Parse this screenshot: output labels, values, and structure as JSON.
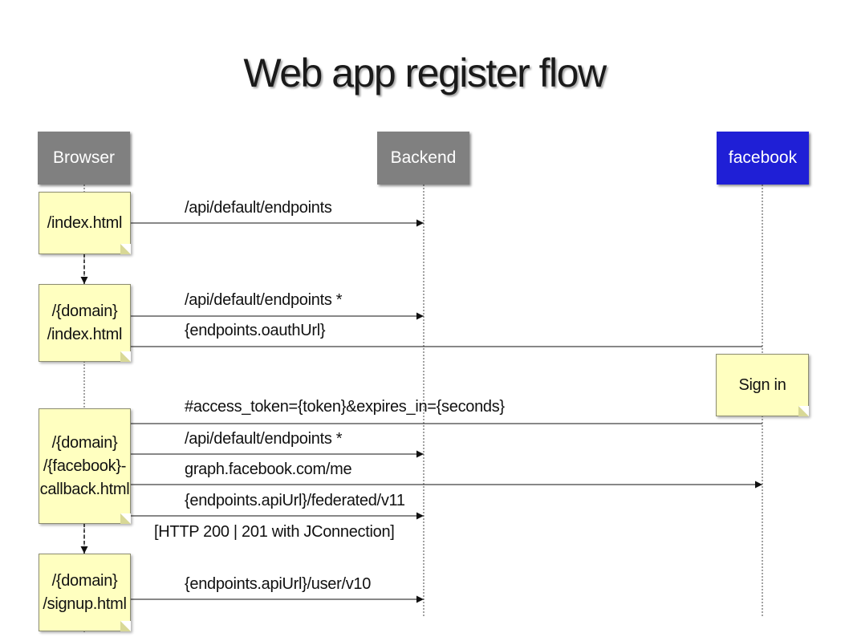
{
  "title": "Web app register flow",
  "actors": [
    {
      "name": "Browser",
      "color": "#808080"
    },
    {
      "name": "Backend",
      "color": "#808080"
    },
    {
      "name": "facebook",
      "color": "#1f1fd6"
    }
  ],
  "browser_notes": [
    {
      "lines": [
        "/index.html"
      ]
    },
    {
      "lines": [
        "/{domain}",
        "/index.html"
      ]
    },
    {
      "lines": [
        "/{domain}",
        "/{facebook}-",
        "callback.html"
      ]
    },
    {
      "lines": [
        "/{domain}",
        "/signup.html"
      ]
    }
  ],
  "facebook_note": {
    "lines": [
      "Sign in"
    ]
  },
  "messages": [
    {
      "label": "/api/default/endpoints"
    },
    {
      "label": "/api/default/endpoints *"
    },
    {
      "label": "{endpoints.oauthUrl}"
    },
    {
      "label": "#access_token={token}&expires_in={seconds}"
    },
    {
      "label": "/api/default/endpoints *"
    },
    {
      "label": "graph.facebook.com/me"
    },
    {
      "label": "{endpoints.apiUrl}/federated/v11"
    },
    {
      "label": "[HTTP 200 | 201 with JConnection]"
    },
    {
      "label": "{endpoints.apiUrl}/user/v10"
    }
  ]
}
